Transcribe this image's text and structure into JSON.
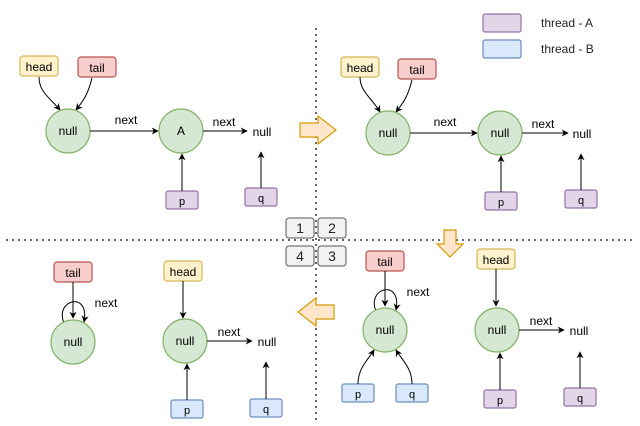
{
  "legend": [
    {
      "label": "thread - A",
      "color": "#e1d5e7",
      "stroke": "#9673a6"
    },
    {
      "label": "thread - B",
      "color": "#dae8fc",
      "stroke": "#6c8ebf"
    }
  ],
  "colors": {
    "node_fill": "#d5e8d4",
    "node_stroke": "#82b366",
    "head_fill": "#fff2cc",
    "head_stroke": "#d6b656",
    "tail_fill": "#f8cecc",
    "tail_stroke": "#b85450",
    "arrow_fill": "#ffe6cc",
    "arrow_stroke": "#d79b00"
  },
  "quadrant_labels": [
    "1",
    "2",
    "4",
    "3"
  ],
  "labels": {
    "head": "head",
    "tail": "tail",
    "null": "null",
    "next": "next",
    "A": "A",
    "p": "p",
    "q": "q"
  }
}
